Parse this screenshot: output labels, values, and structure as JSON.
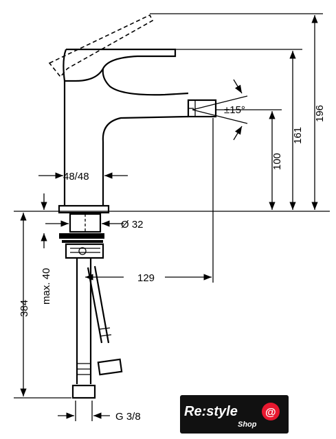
{
  "dimensions": {
    "overall_height": "196",
    "spout_top_height": "161",
    "outlet_height": "100",
    "swivel_angle": "±15°",
    "base_width": "48/48",
    "hole_diameter": "Ø 32",
    "max_thickness": "max. 40",
    "projection": "129",
    "hose_length": "384",
    "connection_thread": "G 3/8"
  },
  "logo": {
    "brand": "Re:style",
    "sub": "Shop",
    "accent_color": "#e8182f",
    "background_color": "#111111"
  }
}
